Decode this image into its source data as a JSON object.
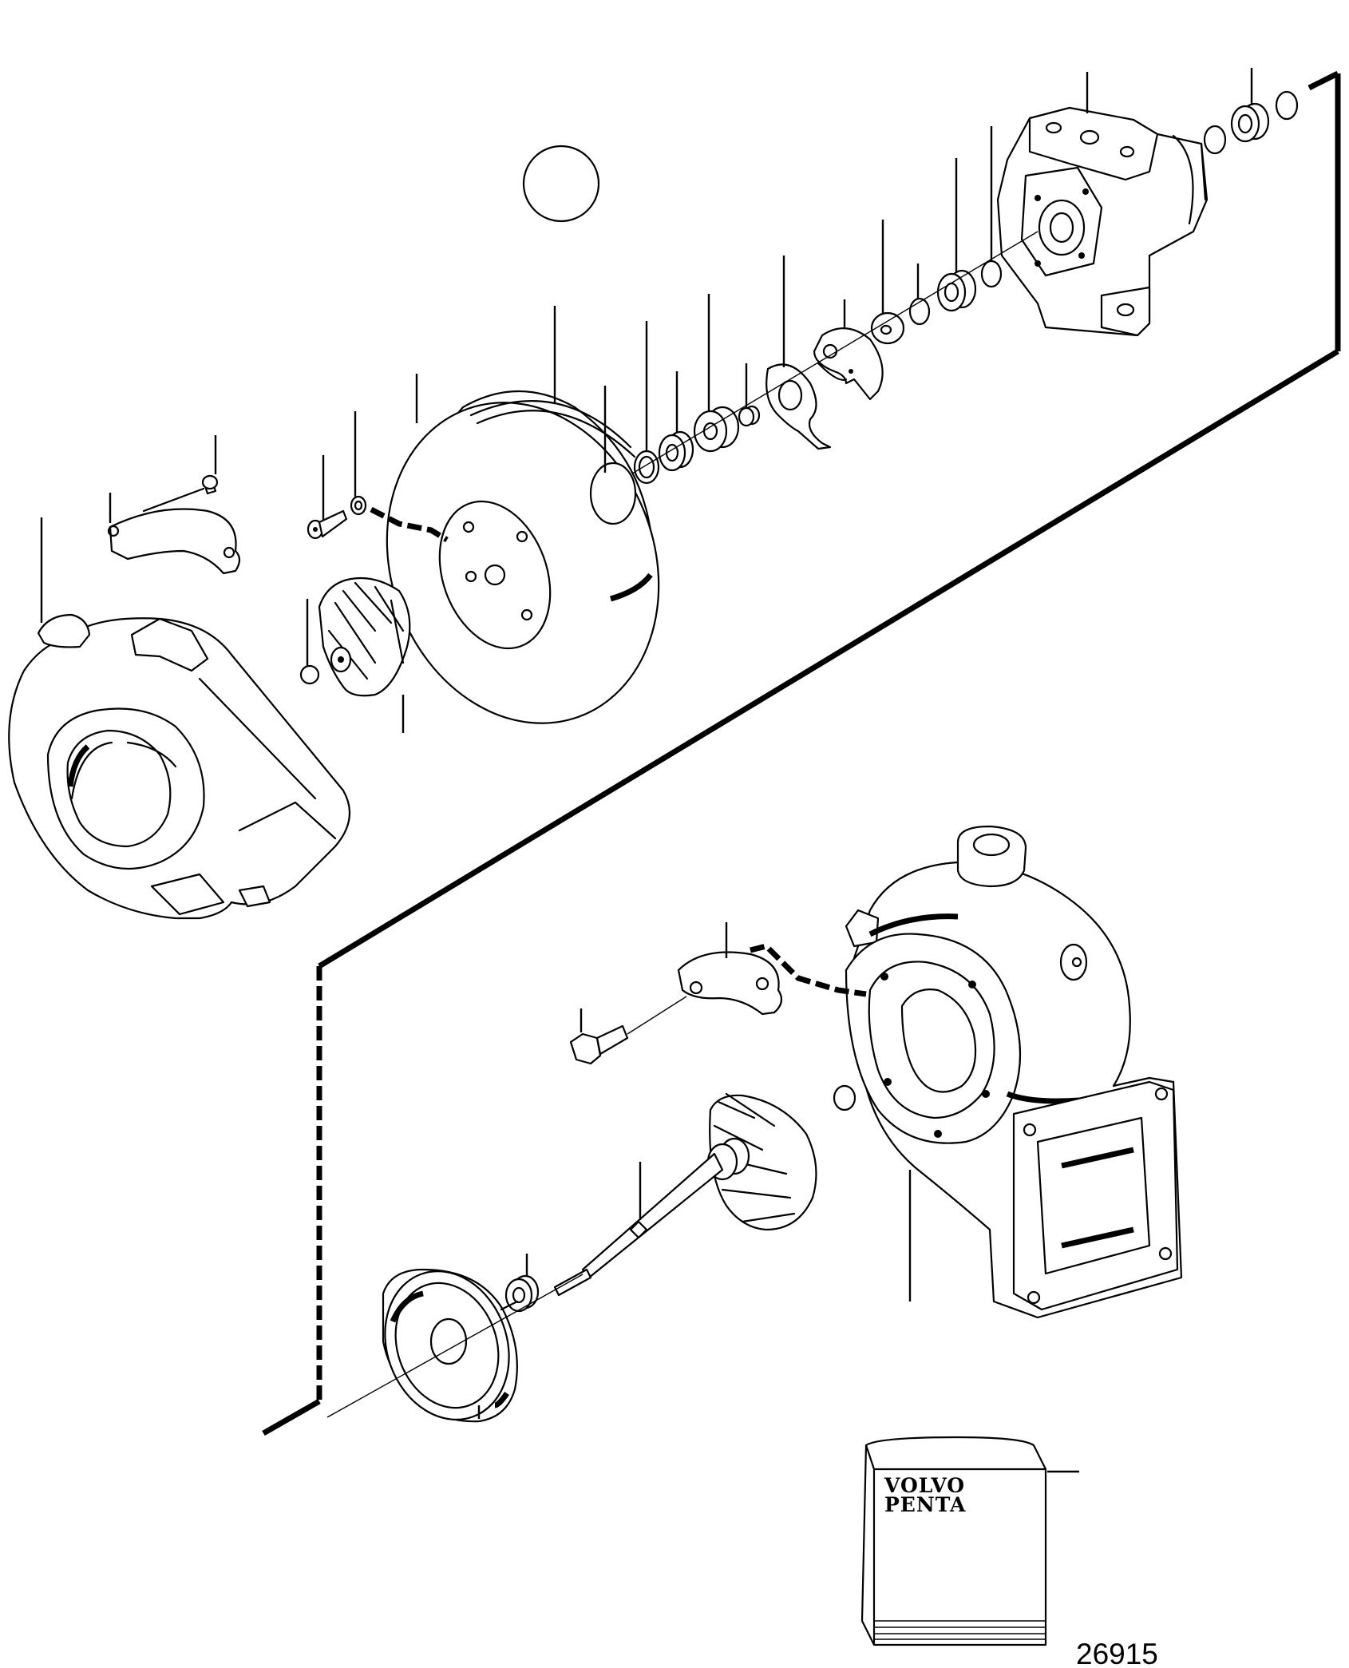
{
  "diagram": {
    "drawing_number": "26915",
    "manual_brand": {
      "line1": "VOLVO",
      "line2": "PENTA"
    }
  }
}
